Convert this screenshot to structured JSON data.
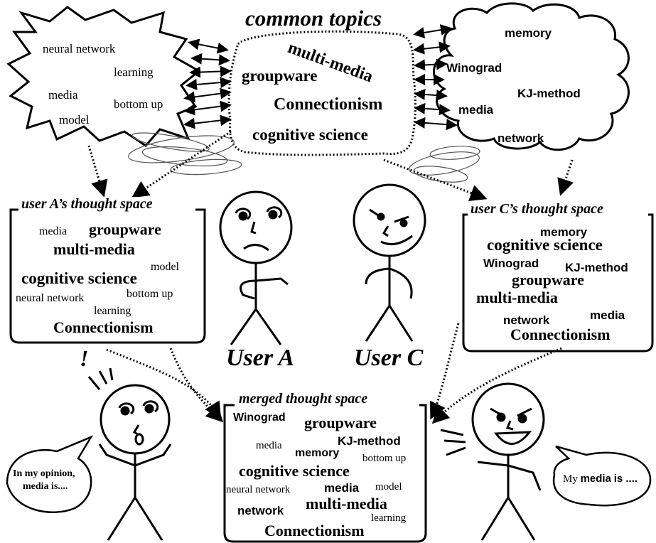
{
  "common_topics": {
    "title": "common topics",
    "words": [
      "multi-media",
      "groupware",
      "Connectionism",
      "cognitive science"
    ]
  },
  "user_a_bubble": {
    "words": [
      "neural network",
      "learning",
      "media",
      "bottom up",
      "model"
    ]
  },
  "user_c_bubble": {
    "words": [
      "memory",
      "Winograd",
      "KJ-method",
      "media",
      "network"
    ]
  },
  "user_a_space": {
    "title": "user A’s thought space",
    "words": [
      "media",
      "groupware",
      "multi-media",
      "cognitive science",
      "model",
      "neural network",
      "bottom up",
      "learning",
      "Connectionism"
    ]
  },
  "user_c_space": {
    "title": "user C’s thought space",
    "words": [
      "memory",
      "cognitive science",
      "Winograd",
      "KJ-method",
      "groupware",
      "multi-media",
      "network",
      "media",
      "Connectionism"
    ]
  },
  "merged_space": {
    "title": "merged thought space",
    "words": [
      "Winograd",
      "groupware",
      "KJ-method",
      "media",
      "memory",
      "bottom up",
      "cognitive science",
      "neural network",
      "media",
      "model",
      "network",
      "multi-media",
      "learning",
      "Connectionism"
    ]
  },
  "users": {
    "a": "User A",
    "c": "User C"
  },
  "exclaim": "!",
  "speech_a": {
    "line1": "In my opinion,",
    "line2": "media is...."
  },
  "speech_c": {
    "text": "My",
    "bold": "media",
    "rest": "is ...."
  }
}
